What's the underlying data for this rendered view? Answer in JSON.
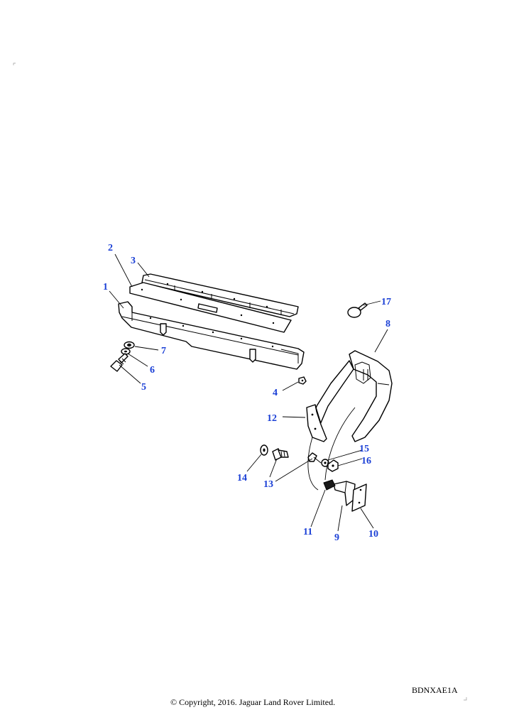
{
  "callouts": [
    {
      "id": "c1",
      "label": "1"
    },
    {
      "id": "c2",
      "label": "2"
    },
    {
      "id": "c3",
      "label": "3"
    },
    {
      "id": "c4",
      "label": "4"
    },
    {
      "id": "c5",
      "label": "5"
    },
    {
      "id": "c6",
      "label": "6"
    },
    {
      "id": "c7",
      "label": "7"
    },
    {
      "id": "c8",
      "label": "8"
    },
    {
      "id": "c9",
      "label": "9"
    },
    {
      "id": "c10",
      "label": "10"
    },
    {
      "id": "c11",
      "label": "11"
    },
    {
      "id": "c12",
      "label": "12"
    },
    {
      "id": "c13",
      "label": "13"
    },
    {
      "id": "c14",
      "label": "14"
    },
    {
      "id": "c15",
      "label": "15"
    },
    {
      "id": "c16",
      "label": "16"
    },
    {
      "id": "c17",
      "label": "17"
    }
  ],
  "reference_code": "BDNXAE1A",
  "copyright": "© Copyright, 2016. Jaguar Land Rover Limited.",
  "colors": {
    "callout": "#1a3fd6",
    "line": "#000000",
    "background": "#ffffff"
  }
}
